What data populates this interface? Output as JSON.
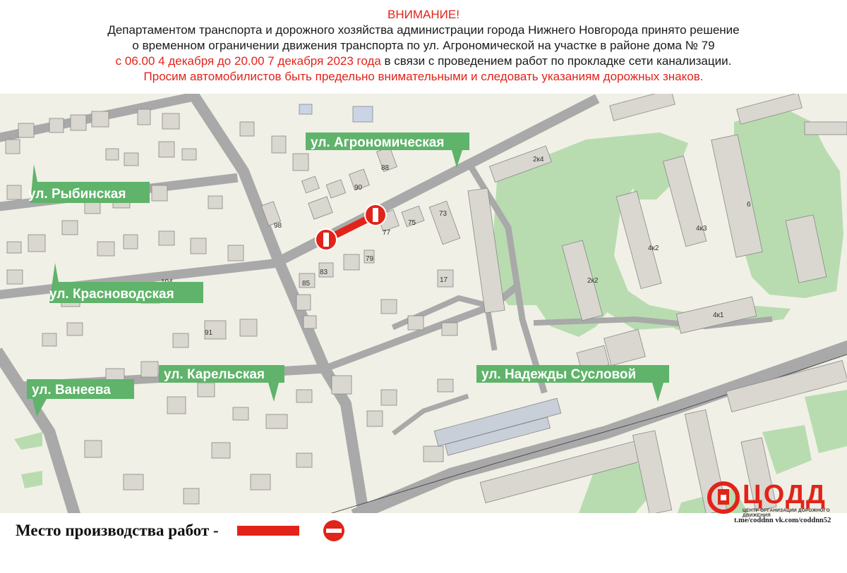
{
  "header": {
    "title": "ВНИМАНИЕ!",
    "line1": "Департаментом транспорта и дорожного хозяйства администрации города Нижнего Новгорода принято решение",
    "line2": "о временном ограничении движения транспорта по ул. Агрономической на участке в районе дома № 79",
    "line3_red": "с 06.00 4 декабря до 20.00 7 декабря 2023 года",
    "line3_black": " в связи с проведением работ по прокладке сети канализации.",
    "line4": "Просим автомобилистов быть предельно внимательными и следовать указаниям дорожных знаков."
  },
  "streets": {
    "agronomicheskaya": "ул. Агрономическая",
    "rybinskaya": "ул. Рыбинская",
    "krasnovodskaya": "ул. Красноводская",
    "vaneeva": "ул. Ванеева",
    "karelskaya": "ул. Карельская",
    "suslovoy": "ул. Надежды Сусловой"
  },
  "houses": {
    "h88": "88",
    "h90": "90",
    "h98": "98",
    "h77": "77",
    "h75": "75",
    "h73": "73",
    "h79": "79",
    "h83": "83",
    "h85": "85",
    "h104": "104",
    "h17": "17",
    "h91": "91",
    "h2k4": "2к4",
    "h4k3": "4к3",
    "h6": "6",
    "h4k2": "4к2",
    "h2k2": "2к2",
    "h4k1": "4к1"
  },
  "legend": {
    "label": "Место производства работ -"
  },
  "logo": {
    "name": "ЦОДД",
    "subtitle": "ЦЕНТР ОРГАНИЗАЦИИ ДОРОЖНОГО ДВИЖЕНИЯ",
    "links": "t.me/coddnn vk.com/coddnn52"
  },
  "colors": {
    "road": "#a9a9a9",
    "ground": "#f1f0e6",
    "building": "#d9d7cf",
    "green": "#b8dcb0",
    "label_bg": "#5fb36a",
    "restriction": "#e2231a"
  },
  "icons": {
    "no_entry": "no-entry-sign-icon"
  }
}
